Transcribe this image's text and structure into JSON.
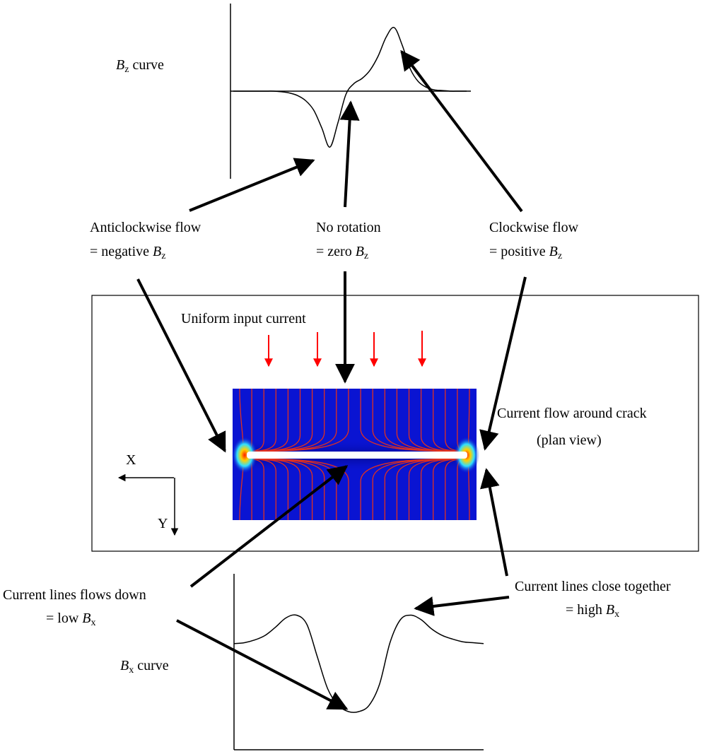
{
  "bz_curve": {
    "label_symbol": "B",
    "label_sub": "z",
    "label_suffix": " curve",
    "values": [
      0,
      0,
      0,
      0,
      0,
      0,
      -0.01,
      -0.03,
      -0.07,
      -0.15,
      -0.3,
      -0.58,
      -0.88,
      -0.5,
      -0.05,
      0.12,
      0.2,
      0.33,
      0.55,
      0.85,
      1.0,
      0.72,
      0.35,
      0.15,
      0.06,
      0.02,
      0.01,
      0,
      0,
      0
    ]
  },
  "bx_curve": {
    "label_symbol": "B",
    "label_sub": "x",
    "label_suffix": " curve",
    "values": [
      0.34,
      0.35,
      0.38,
      0.43,
      0.52,
      0.62,
      0.65,
      0.55,
      0.2,
      -0.15,
      -0.33,
      -0.4,
      -0.4,
      -0.33,
      -0.1,
      0.35,
      0.6,
      0.65,
      0.6,
      0.5,
      0.43,
      0.39,
      0.36,
      0.35,
      0.34
    ]
  },
  "annotations": {
    "anticlockwise": {
      "line1": "Anticlockwise flow",
      "line2_prefix": "= negative ",
      "symbol": "B",
      "sub": "z"
    },
    "no_rotation": {
      "line1": "No rotation",
      "line2_prefix": "= zero ",
      "symbol": "B",
      "sub": "z"
    },
    "clockwise": {
      "line1": "Clockwise flow",
      "line2_prefix": "= positive ",
      "symbol": "B",
      "sub": "z"
    },
    "uniform_current": "Uniform input current",
    "current_flow_crack": {
      "line1": "Current flow around crack",
      "line2": "(plan view)"
    },
    "flows_down": {
      "line1": "Current lines flows down",
      "line2_prefix": "= low ",
      "symbol": "B",
      "sub": "x"
    },
    "close_together": {
      "line1": "Current lines close together",
      "line2_prefix": "= high ",
      "symbol": "B",
      "sub": "x"
    }
  },
  "axes": {
    "x_label": "X",
    "y_label": "Y"
  },
  "colors": {
    "current_arrow": "#ff0000",
    "field_background": "#0a14d2",
    "streamline": "#e03020",
    "crack": "#ffffff"
  }
}
